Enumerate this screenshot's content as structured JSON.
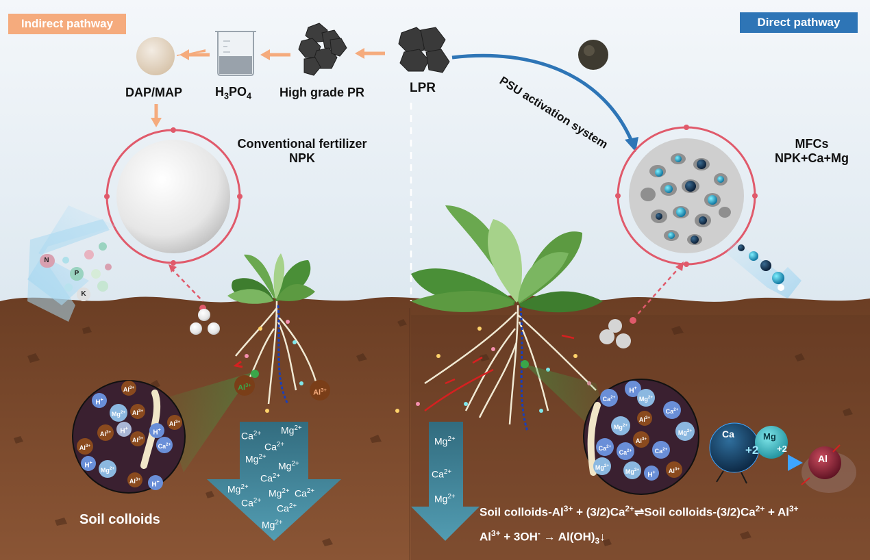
{
  "pathways": {
    "indirect": {
      "label": "Indirect pathway",
      "color": "#f5ab7d"
    },
    "direct": {
      "label": "Direct pathway",
      "color": "#2e75b6"
    }
  },
  "process": {
    "dap_map": "DAP/MAP",
    "h3po4_base": "H",
    "h3po4_sub1": "3",
    "h3po4_mid": "PO",
    "h3po4_sub2": "4",
    "high_grade_pr": "High grade PR",
    "lpr": "LPR",
    "psu": "PSU activation system"
  },
  "fertilizers": {
    "conventional_line1": "Conventional fertilizer",
    "conventional_line2": "NPK",
    "mfc_line1": "MFCs",
    "mfc_line2": "NPK+Ca+Mg"
  },
  "nutrients": {
    "n": "N",
    "p": "P",
    "k": "K"
  },
  "soil": {
    "colloids_label": "Soil colloids",
    "al_label": "Al",
    "al_charge": "3+"
  },
  "ions": {
    "ca": "Ca",
    "mg": "Mg",
    "charge": "2+",
    "h": "H",
    "plus": "+",
    "left_column_a": [
      "Ca",
      "Mg",
      "Ca",
      "Mg",
      "Mg",
      "Ca",
      "Mg",
      "Mg",
      "Ca",
      "Ca",
      "Ca",
      "Mg"
    ],
    "right_column": [
      "Mg",
      "Ca",
      "Mg"
    ]
  },
  "amelioration": {
    "ca": "Ca",
    "mg": "Mg",
    "al": "Al",
    "plus2": "+2"
  },
  "equations": {
    "eq1_a": "Soil colloids-Al",
    "eq1_a_sup": "3+",
    "eq1_b": " + (3/2)Ca",
    "eq1_b_sup": "2+",
    "eq1_c": "⇌Soil colloids-(3/2)Ca",
    "eq1_c_sup": "2+",
    "eq1_d": " + Al",
    "eq1_d_sup": "3+",
    "eq2_a": "Al",
    "eq2_a_sup": "3+",
    "eq2_b": " + 3OH",
    "eq2_b_sup": "-",
    "eq2_c": " → Al(OH)",
    "eq2_c_sub": "3",
    "eq2_d": "↓"
  },
  "colors": {
    "sky": "#e6eef5",
    "soil": "#7a4a2e",
    "soil_right": "#6a3f27",
    "arrow_teal": "#3e8ea8",
    "accent_red": "#e05a6b"
  }
}
